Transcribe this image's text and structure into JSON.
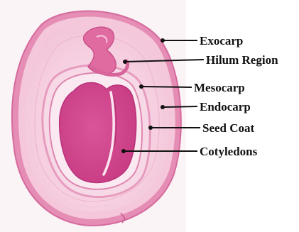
{
  "labels": {
    "exocarp": "Exocarp",
    "hilum_region": "Hilum Region",
    "mesocarp": "Mesocarp",
    "endocarp": "Endocarp",
    "seed_coat": "Seed Coat",
    "cotyledons": "Cotyledons"
  },
  "colors": {
    "tissue_light": "#f6d2e2",
    "tissue_mid": "#eeb3cd",
    "tissue_dark": "#e27aa8",
    "cotyledon": "#d2438a",
    "leader_line": "#111111"
  }
}
